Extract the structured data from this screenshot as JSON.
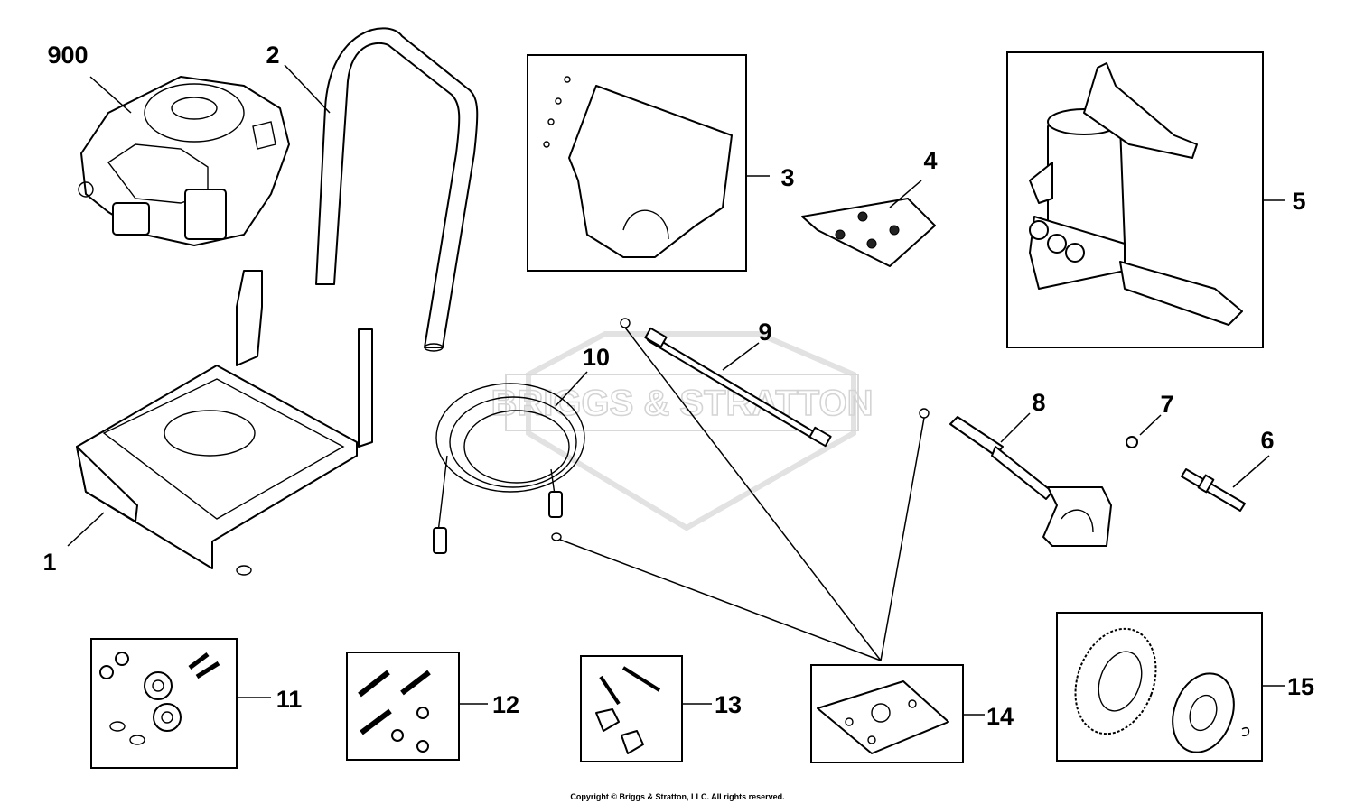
{
  "callouts": {
    "c900": "900",
    "c1": "1",
    "c2": "2",
    "c3": "3",
    "c4": "4",
    "c5": "5",
    "c6": "6",
    "c7": "7",
    "c8": "8",
    "c9": "9",
    "c10": "10",
    "c11": "11",
    "c12": "12",
    "c13": "13",
    "c14": "14",
    "c15": "15"
  },
  "watermark": "BRIGGS & STRATTON",
  "copyright": "Copyright © Briggs & Stratton, LLC. All rights reserved."
}
